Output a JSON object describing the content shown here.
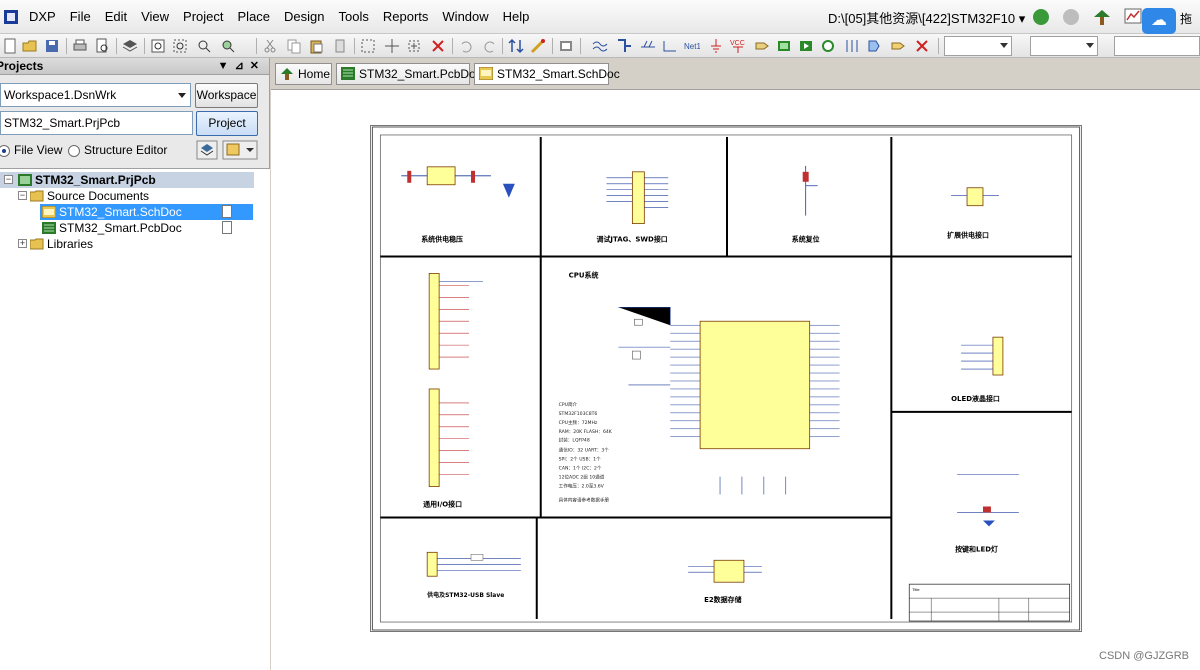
{
  "menu": {
    "items": [
      "DXP",
      "File",
      "Edit",
      "View",
      "Project",
      "Place",
      "Design",
      "Tools",
      "Reports",
      "Window",
      "Help"
    ],
    "path": "D:\\[05]其他资源\\[422]STM32F10"
  },
  "right_edge": "拖",
  "panel": {
    "title": "Projects",
    "workspace_value": "Workspace1.DsnWrk",
    "workspace_btn": "Workspace",
    "project_value": "STM32_Smart.PrjPcb",
    "project_btn": "Project",
    "file_view": "File View",
    "structure_editor": "Structure Editor"
  },
  "tree": {
    "root": "STM32_Smart.PrjPcb",
    "source_documents": "Source Documents",
    "sch_doc": "STM32_Smart.SchDoc",
    "pcb_doc": "STM32_Smart.PcbDoc",
    "libraries": "Libraries"
  },
  "tabs": {
    "home": "Home",
    "pcb": "STM32_Smart.PcbDoc",
    "sch": "STM32_Smart.SchDoc"
  },
  "schematic": {
    "sections": {
      "power_regulator": "系统供电稳压",
      "jtag": "调试JTAG、SWD接口",
      "reset": "系统复位",
      "ext_power": "扩展供电接口",
      "cpu": "CPU系统",
      "oled": "OLED液晶接口",
      "io": "通用I/O接口",
      "usb": "供电及STM32-USB Slave",
      "eeprom": "E2数据存储",
      "keys_leds": "按键和LED灯"
    },
    "cpu_notes": [
      "CPU简介",
      "STM32F103C8T6",
      "CPU主频：72MHz",
      "RAM：20K  FLASH：64K",
      "封装：LQFP48",
      "通信IO：32  UART：3个",
      "SPI：2个  USB：1个",
      "CAN：1个  I2C：2个",
      "12位ADC 2组 10通道",
      "工作电压：2.0至3.6V"
    ],
    "cpu_footnote": "具体内容请参考数据手册",
    "title_block": "Title"
  },
  "watermark": "CSDN @GJZGRB"
}
